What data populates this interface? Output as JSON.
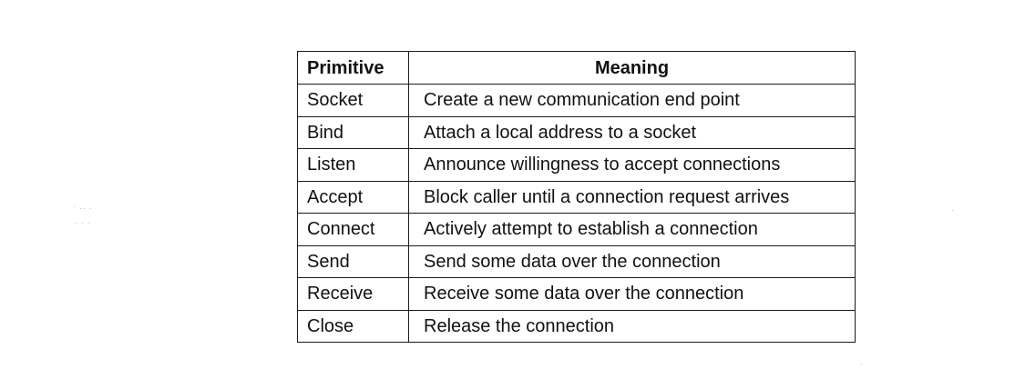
{
  "table": {
    "headers": {
      "primitive": "Primitive",
      "meaning": "Meaning"
    },
    "rows": [
      {
        "primitive": "Socket",
        "meaning": "Create a new communication end point"
      },
      {
        "primitive": "Bind",
        "meaning": "Attach a local address to a socket"
      },
      {
        "primitive": "Listen",
        "meaning": "Announce willingness to accept connections"
      },
      {
        "primitive": "Accept",
        "meaning": "Block caller until a connection request arrives"
      },
      {
        "primitive": "Connect",
        "meaning": "Actively attempt to establish a connection"
      },
      {
        "primitive": "Send",
        "meaning": "Send some data over the connection"
      },
      {
        "primitive": "Receive",
        "meaning": "Receive some data over the connection"
      },
      {
        "primitive": "Close",
        "meaning": "Release the connection"
      }
    ]
  }
}
